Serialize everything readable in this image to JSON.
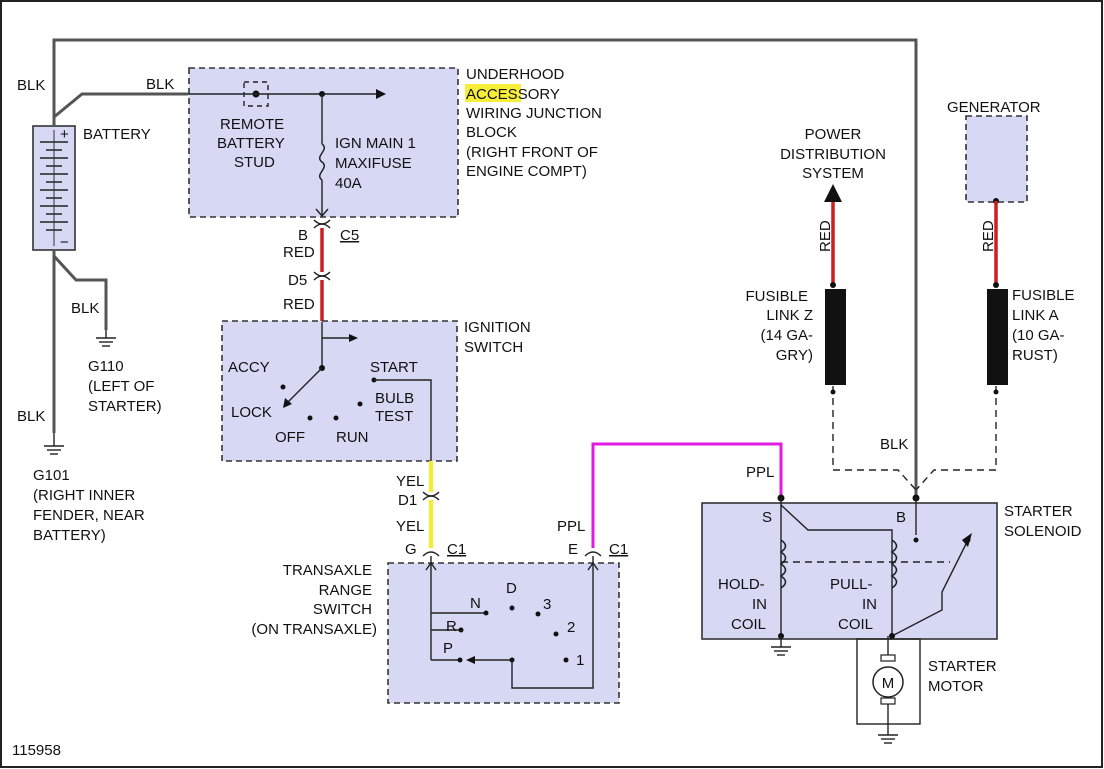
{
  "diagram_id": "115958",
  "battery": {
    "label": "BATTERY",
    "plus": "+",
    "minus": "−"
  },
  "wire_colors": {
    "blk": "BLK",
    "red": "RED",
    "yel": "YEL",
    "ppl": "PPL"
  },
  "grounds": {
    "g110": [
      "G110",
      "(LEFT OF",
      "STARTER)"
    ],
    "g101": [
      "G101",
      "(RIGHT INNER",
      "FENDER, NEAR",
      "BATTERY)"
    ]
  },
  "junction_block": {
    "title_pre": "UNDERHOOD",
    "title_hl": "ACCES",
    "title_rest": "SORY",
    "lines": [
      "WIRING JUNCTION",
      "BLOCK",
      "(RIGHT FRONT OF",
      "ENGINE COMPT)"
    ],
    "stud": [
      "REMOTE",
      "BATTERY",
      "STUD"
    ],
    "fuse": [
      "IGN MAIN 1",
      "MAXIFUSE",
      "40A"
    ]
  },
  "connectors": {
    "b": "B",
    "c5": "C5",
    "d5": "D5",
    "d1": "D1",
    "g": "G",
    "e": "E",
    "c1": "C1"
  },
  "ignition_switch": {
    "title": [
      "IGNITION",
      "SWITCH"
    ],
    "positions": {
      "accy": "ACCY",
      "lock": "LOCK",
      "off": "OFF",
      "run": "RUN",
      "start": "START",
      "bulb": [
        "BULB",
        "TEST"
      ]
    }
  },
  "range_switch": {
    "title": [
      "TRANSAXLE",
      "RANGE",
      "SWITCH",
      "(ON TRANSAXLE)"
    ],
    "positions": {
      "d": "D",
      "n": "N",
      "r": "R",
      "p": "P",
      "three": "3",
      "two": "2",
      "one": "1"
    }
  },
  "power_distribution": [
    "POWER",
    "DISTRIBUTION",
    "SYSTEM"
  ],
  "generator": "GENERATOR",
  "fusible_link_z": [
    "FUSIBLE",
    "LINK Z",
    "(14 GA-",
    "GRY)"
  ],
  "fusible_link_a": [
    "FUSIBLE",
    "LINK A",
    "(10 GA-",
    "RUST)"
  ],
  "solenoid": {
    "title": [
      "STARTER",
      "SOLENOID"
    ],
    "s": "S",
    "b": "B",
    "hold": [
      "HOLD-",
      "IN",
      "COIL"
    ],
    "pull": [
      "PULL-",
      "IN",
      "COIL"
    ]
  },
  "starter_motor": {
    "label": [
      "STARTER",
      "MOTOR"
    ],
    "symbol": "M"
  }
}
